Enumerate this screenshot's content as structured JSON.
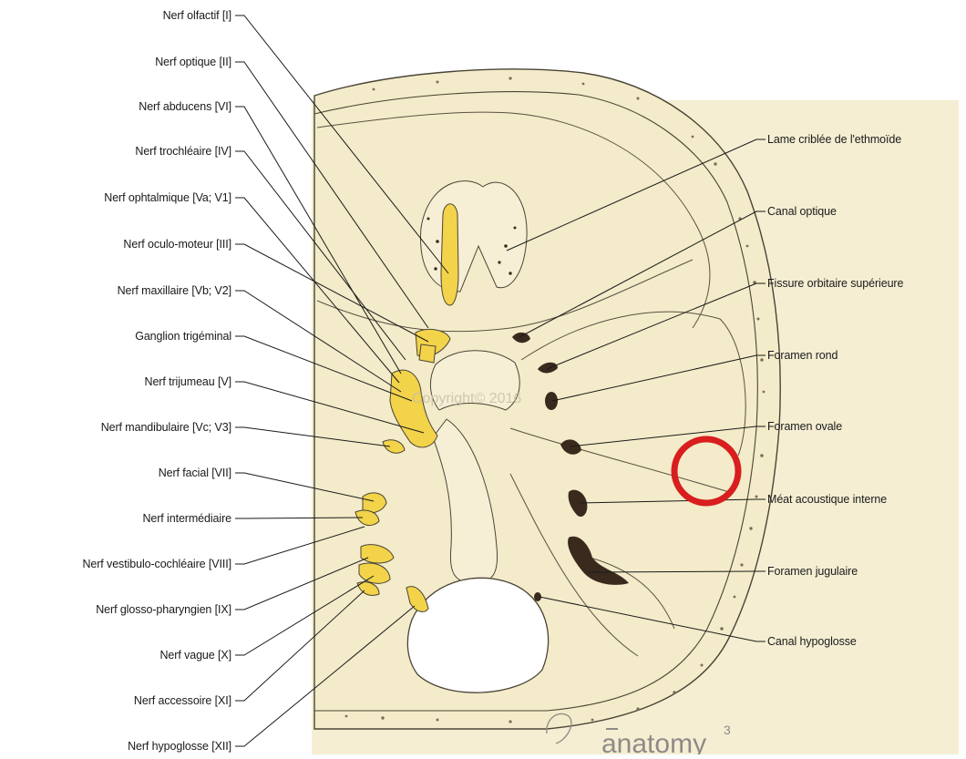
{
  "left_labels": [
    "Nerf olfactif [I]",
    "Nerf optique [II]",
    "Nerf abducens [VI]",
    "Nerf trochléaire [IV]",
    "Nerf ophtalmique [Va; V1]",
    "Nerf oculo-moteur [III]",
    "Nerf maxillaire [Vb; V2]",
    "Ganglion trigéminal",
    "Nerf trijumeau [V]",
    "Nerf mandibulaire [Vc; V3]",
    "Nerf facial [VII]",
    "Nerf intermédiaire",
    "Nerf vestibulo-cochléaire [VIII]",
    "Nerf glosso-pharyngien [IX]",
    "Nerf vague [X]",
    "Nerf accessoire [XI]",
    "Nerf hypoglosse [XII]"
  ],
  "right_labels": [
    "Lame criblée de l'ethmoïde",
    "Canal optique",
    "Fissure orbitaire supérieure",
    "Foramen rond",
    "Foramen ovale",
    "Méat acoustique interne",
    "Foramen jugulaire",
    "Canal hypoglosse"
  ],
  "watermark": {
    "copyright": "Copyright© 2016",
    "brand": "anatomy",
    "superscript": "3"
  },
  "colors": {
    "bone": "#f3ebc9",
    "bone_edge": "#4a4436",
    "nerve": "#f2d34a",
    "foramen": "#3a2a1e",
    "highlight": "#d81e1e"
  }
}
